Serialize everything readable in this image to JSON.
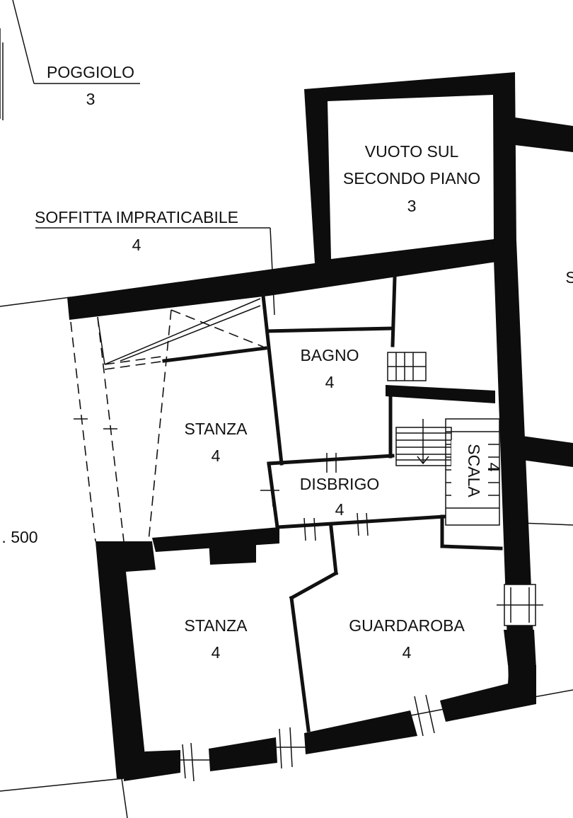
{
  "rooms": {
    "poggiolo": {
      "name": "POGGIOLO",
      "level": "3"
    },
    "soffitta": {
      "name": "SOFFITTA IMPRATICABILE",
      "level": "4"
    },
    "vuoto": {
      "name_line1": "VUOTO SUL",
      "name_line2": "SECONDO PIANO",
      "level": "3"
    },
    "bagno": {
      "name": "BAGNO",
      "level": "4"
    },
    "stanza_upper": {
      "name": "STANZA",
      "level": "4"
    },
    "disbrigo": {
      "name": "DISBRIGO",
      "level": "4"
    },
    "scala": {
      "name": "SCALA",
      "level": "4"
    },
    "stanza_lower": {
      "name": "STANZA",
      "level": "4"
    },
    "guardaroba": {
      "name": "GUARDAROBA",
      "level": "4"
    }
  },
  "edge_labels": {
    "left_elevation": ". 500",
    "right_cut_letter": "S"
  },
  "colors": {
    "wall": "#0d0d0d",
    "line": "#111111",
    "background": "#ffffff"
  }
}
